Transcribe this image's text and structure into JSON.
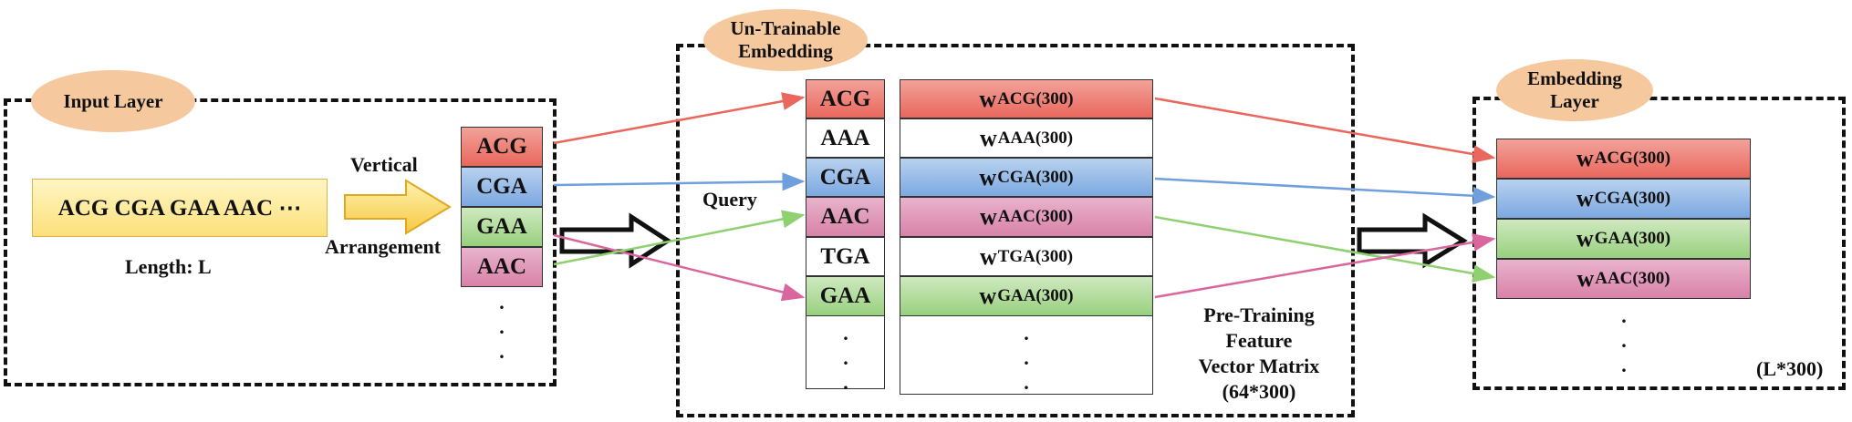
{
  "input_layer": {
    "label": "Input Layer",
    "sequence": "ACG CGA GAA AAC ⋯",
    "length_label": "Length: L",
    "vertical_label": "Vertical",
    "arrangement_label": "Arrangement",
    "codes": [
      "ACG",
      "CGA",
      "GAA",
      "AAC"
    ]
  },
  "untrainable": {
    "label_line1": "Un-Trainable",
    "label_line2": "Embedding",
    "query_label": "Query",
    "codes": [
      "ACG",
      "AAA",
      "CGA",
      "AAC",
      "TGA",
      "GAA"
    ],
    "vectors": [
      {
        "w": "w",
        "sub": "ACG(300)"
      },
      {
        "w": "w",
        "sub": "AAA(300)"
      },
      {
        "w": "w",
        "sub": "CGA(300)"
      },
      {
        "w": "w",
        "sub": "AAC(300)"
      },
      {
        "w": "w",
        "sub": "TGA(300)"
      },
      {
        "w": "w",
        "sub": "GAA(300)"
      }
    ],
    "matrix_line1": "Pre-Training",
    "matrix_line2": "Feature",
    "matrix_line3": "Vector Matrix",
    "matrix_line4": "(64*300)"
  },
  "embedding_layer": {
    "label_line1": "Embedding",
    "label_line2": "Layer",
    "vectors": [
      {
        "w": "w",
        "sub": "ACG(300)"
      },
      {
        "w": "w",
        "sub": "CGA(300)"
      },
      {
        "w": "w",
        "sub": "GAA(300)"
      },
      {
        "w": "w",
        "sub": "AAC(300)"
      }
    ],
    "size_label": "(L*300)"
  },
  "colors": {
    "red": "#e9675c",
    "blue": "#6fa0dd",
    "green": "#8fd070",
    "pink": "#d9679d",
    "oval": "#f6c89e",
    "input_box": "#fde58e"
  }
}
